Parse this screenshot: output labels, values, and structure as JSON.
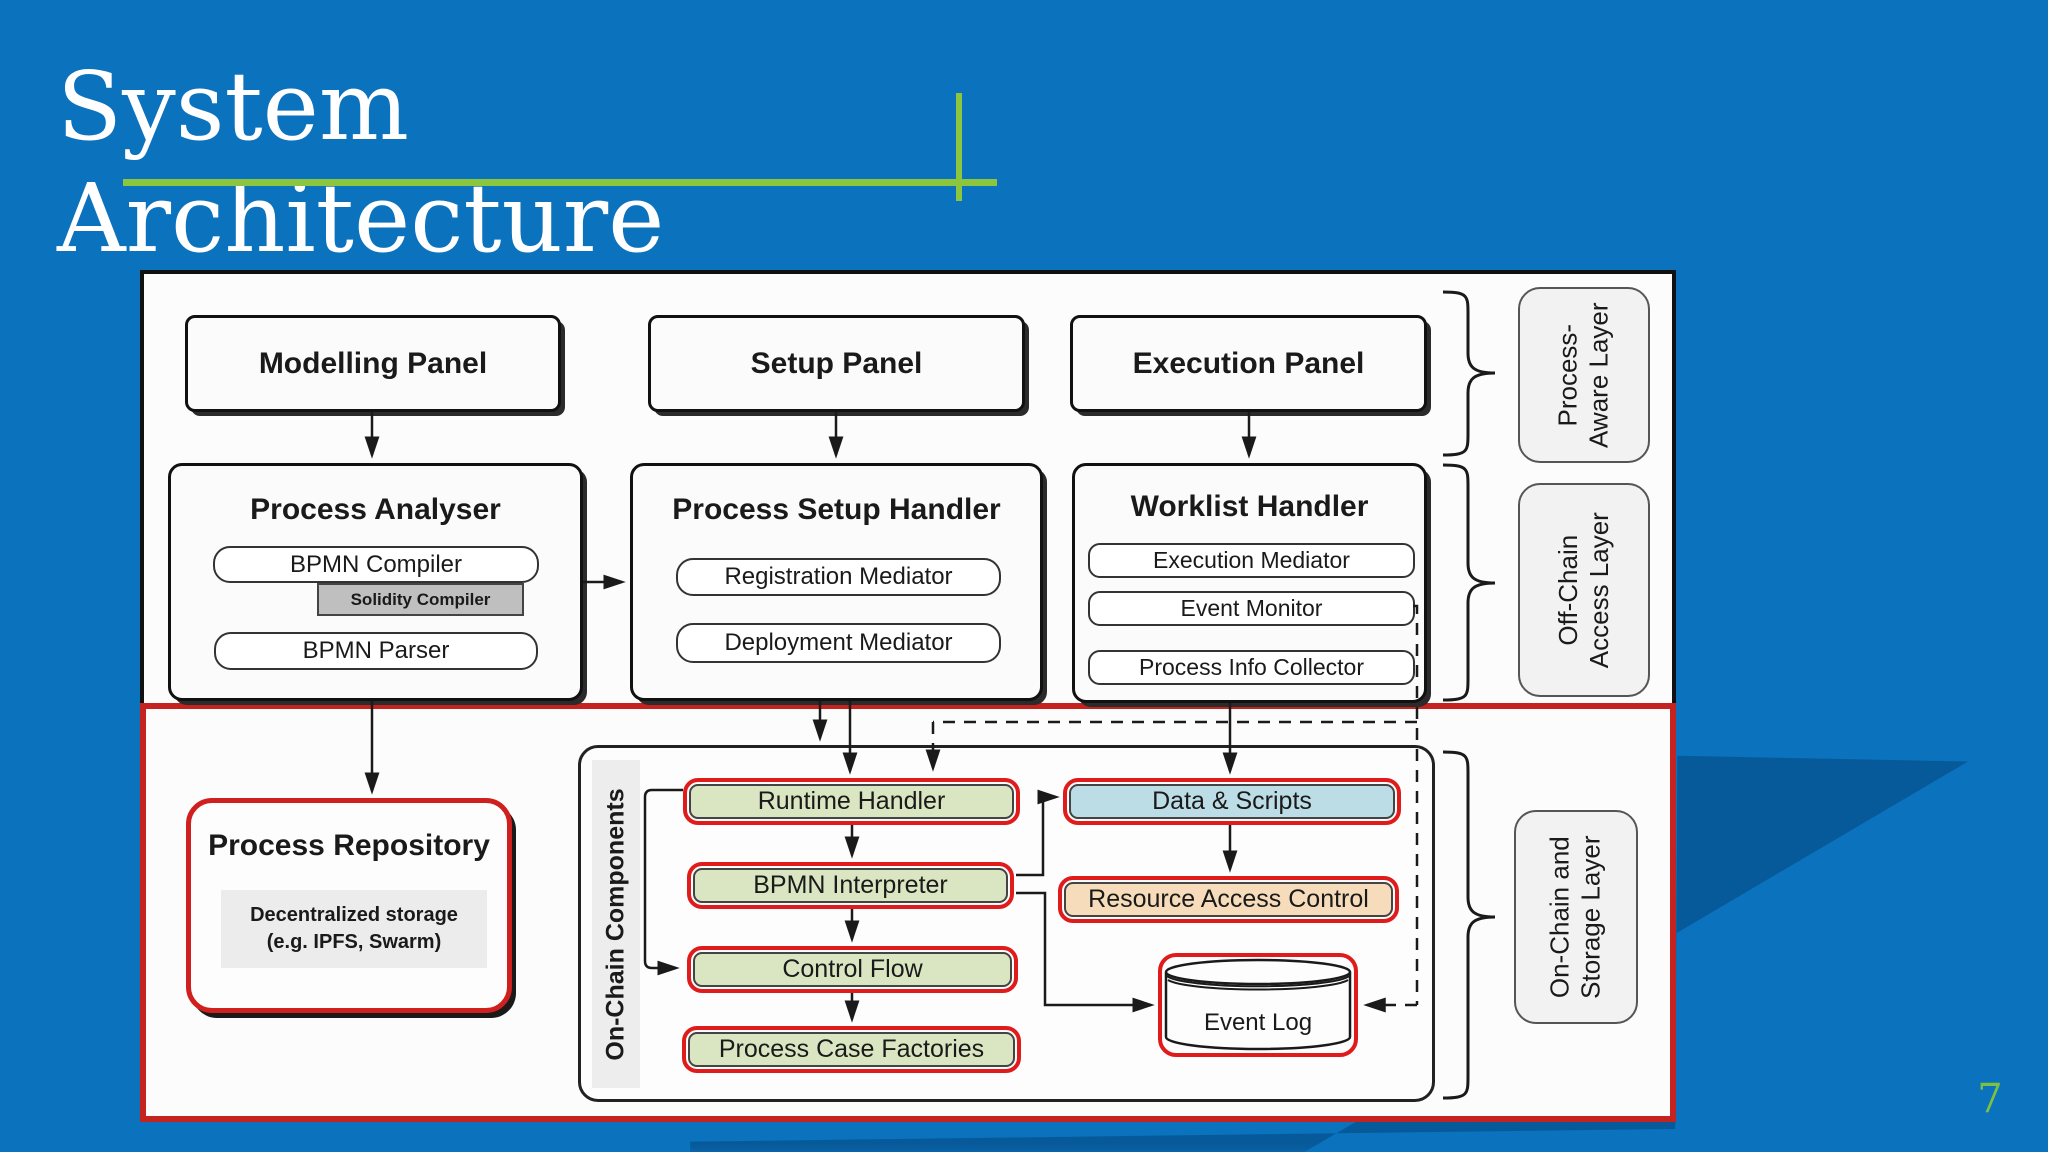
{
  "title": {
    "line1": "System",
    "line2": "Architecture"
  },
  "page_number": "7",
  "panels": {
    "modelling": "Modelling Panel",
    "setup": "Setup Panel",
    "execution": "Execution Panel"
  },
  "analyser": {
    "title": "Process Analyser",
    "bpmn_compiler": "BPMN Compiler",
    "solidity_compiler": "Solidity Compiler",
    "bpmn_parser": "BPMN Parser"
  },
  "setup_handler": {
    "title": "Process Setup Handler",
    "registration_mediator": "Registration Mediator",
    "deployment_mediator": "Deployment Mediator"
  },
  "worklist_handler": {
    "title": "Worklist Handler",
    "execution_mediator": "Execution Mediator",
    "event_monitor": "Event Monitor",
    "process_info_collector": "Process Info Collector"
  },
  "repository": {
    "title": "Process Repository",
    "storage_line1": "Decentralized storage",
    "storage_line2": "(e.g. IPFS, Swarm)"
  },
  "onchain": {
    "strip_label": "On-Chain Components",
    "runtime_handler": "Runtime Handler",
    "bpmn_interpreter": "BPMN Interpreter",
    "control_flow": "Control Flow",
    "process_case_factories": "Process Case Factories",
    "data_scripts": "Data & Scripts",
    "resource_access_control": "Resource Access Control",
    "event_log": "Event Log"
  },
  "layers": {
    "process_aware": {
      "line1": "Process-",
      "line2": "Aware Layer"
    },
    "off_chain": {
      "line1": "Off-Chain",
      "line2": "Access Layer"
    },
    "on_chain_storage": {
      "line1": "On-Chain and",
      "line2": "Storage Layer"
    }
  },
  "colors": {
    "background": "#0b72be",
    "accent_green": "#8cc63f",
    "page_number_green": "#7cc142",
    "red_border": "#d01f1f",
    "green_fill": "#d9e6c1",
    "blue_fill": "#bcdce6",
    "tan_fill": "#f6dcba",
    "gray_fill": "#bfbfbf"
  }
}
